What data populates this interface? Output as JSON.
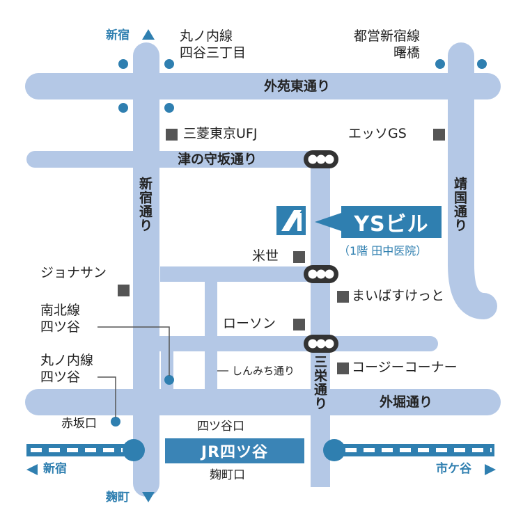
{
  "colors": {
    "road": "#b4c8e6",
    "accent": "#2f7fb0",
    "marker": "#555555",
    "rail_dark": "#2f7fb0",
    "rail_light": "#b4c8e6"
  },
  "roads": {
    "gaien_higashi": "外苑東通り",
    "tsunokami": "津の守坂通り",
    "shinjuku": "新宿通り",
    "yasukuni": "靖国通り",
    "sanei": "三栄通り",
    "sotobori": "外堀通り",
    "shinmichi": "しんみち通り"
  },
  "directions": {
    "shinjuku_north": "新宿",
    "kojimachi_south": "麹町",
    "shinjuku_west": "新宿",
    "ichigaya_east": "市ケ谷"
  },
  "stations": {
    "marunouchi_yotsuya_sanchome": [
      "丸ノ内線",
      "四谷三丁目"
    ],
    "toei_akebonobashi": [
      "都営新宿線",
      "曙橋"
    ],
    "namboku_yotsuya": [
      "南北線",
      "四ツ谷"
    ],
    "marunouchi_yotsuya": [
      "丸ノ内線",
      "四ツ谷"
    ],
    "akasaka_exit": "赤坂口",
    "yotsuya_exit": "四ツ谷口",
    "kojimachi_exit": "麹町口",
    "jr_yotsuya": "JR四ツ谷"
  },
  "landmarks": {
    "mufg": "三菱東京UFJ",
    "esso": "エッソGS",
    "jonathan": "ジョナサン",
    "beisei": "米世",
    "maibasukettoo": "まいばすけっと",
    "lawson": "ローソン",
    "cozy_corner": "コージーコーナー"
  },
  "destination": {
    "name": "YSビル",
    "detail": "（1階 田中医院）"
  }
}
